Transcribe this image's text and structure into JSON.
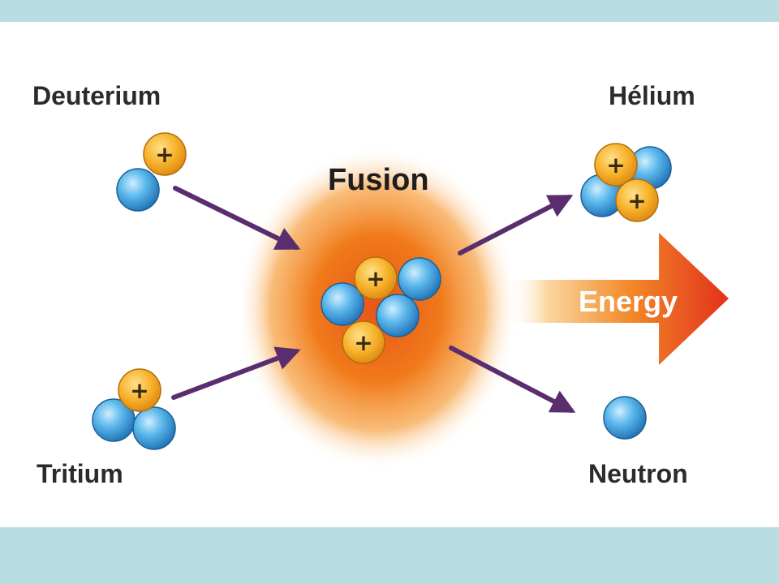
{
  "labels": {
    "deuterium": "Deuterium",
    "tritium": "Tritium",
    "helium": "Hélium",
    "neutron": "Neutron",
    "fusion": "Fusion",
    "energy": "Energy"
  },
  "symbols": {
    "proton": "+"
  },
  "colors": {
    "background": "#b9dde2",
    "panel": "#ffffff",
    "arrow": "#5a2d6e",
    "proton": "#f5a623",
    "neutron": "#4aa8e0",
    "glow": "#f07a1a",
    "energy_arrow": "#e8401c"
  }
}
